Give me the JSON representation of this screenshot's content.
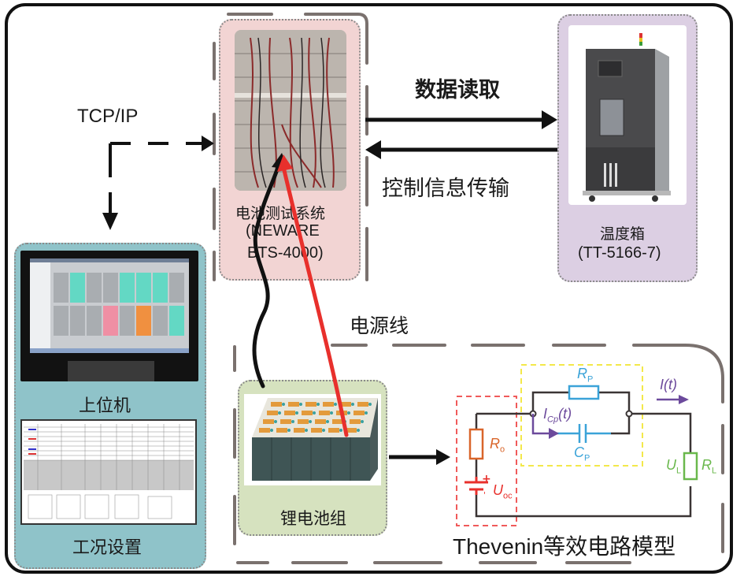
{
  "nodes": {
    "battery_tester": {
      "name": "电池测试系统",
      "model_line1": "(NEWARE",
      "model_line2": "BTS-4000)"
    },
    "thermal_chamber": {
      "name": "温度箱",
      "model": "(TT-5166-7)"
    },
    "host_computer": {
      "name": "上位机"
    },
    "condition_setup": {
      "name": "工况设置"
    },
    "battery_pack": {
      "name": "锂电池组"
    },
    "circuit_model": {
      "title": "Thevenin等效电路模型"
    }
  },
  "connections": {
    "tcp_ip": "TCP/IP",
    "data_read": "数据读取",
    "control_transfer": "控制信息传输",
    "power_line": "电源线"
  },
  "circuit": {
    "R_o": {
      "main": "R",
      "sub": "o"
    },
    "U_oc": {
      "main": "U",
      "sub": "oc"
    },
    "R_p": {
      "main": "R",
      "sub": "P"
    },
    "C_p": {
      "main": "C",
      "sub": "P"
    },
    "I_cp": {
      "main": "I",
      "sub": "Cp",
      "suffix": "(t)"
    },
    "I_t": "I(t)",
    "U_L": {
      "main": "U",
      "sub": "L"
    },
    "R_L": {
      "main": "R",
      "sub": "L"
    },
    "plus_sign": "+",
    "minus_sign": "-"
  },
  "colors": {
    "tester_panel": "#f2d4d3",
    "chamber_panel": "#dccfe3",
    "host_panel": "#8fc3c9",
    "battery_panel": "#d6e2bf",
    "red_box": "#f05a5a",
    "yellow_box": "#f3e84a",
    "ro_color": "#d9652a",
    "uoc_color": "#e8302c",
    "rc_color": "#3ba3d8",
    "current_color": "#6c4a9c",
    "load_color": "#6ab84c",
    "wire_color": "#3a3434",
    "dash_gray": "#7a716e"
  }
}
